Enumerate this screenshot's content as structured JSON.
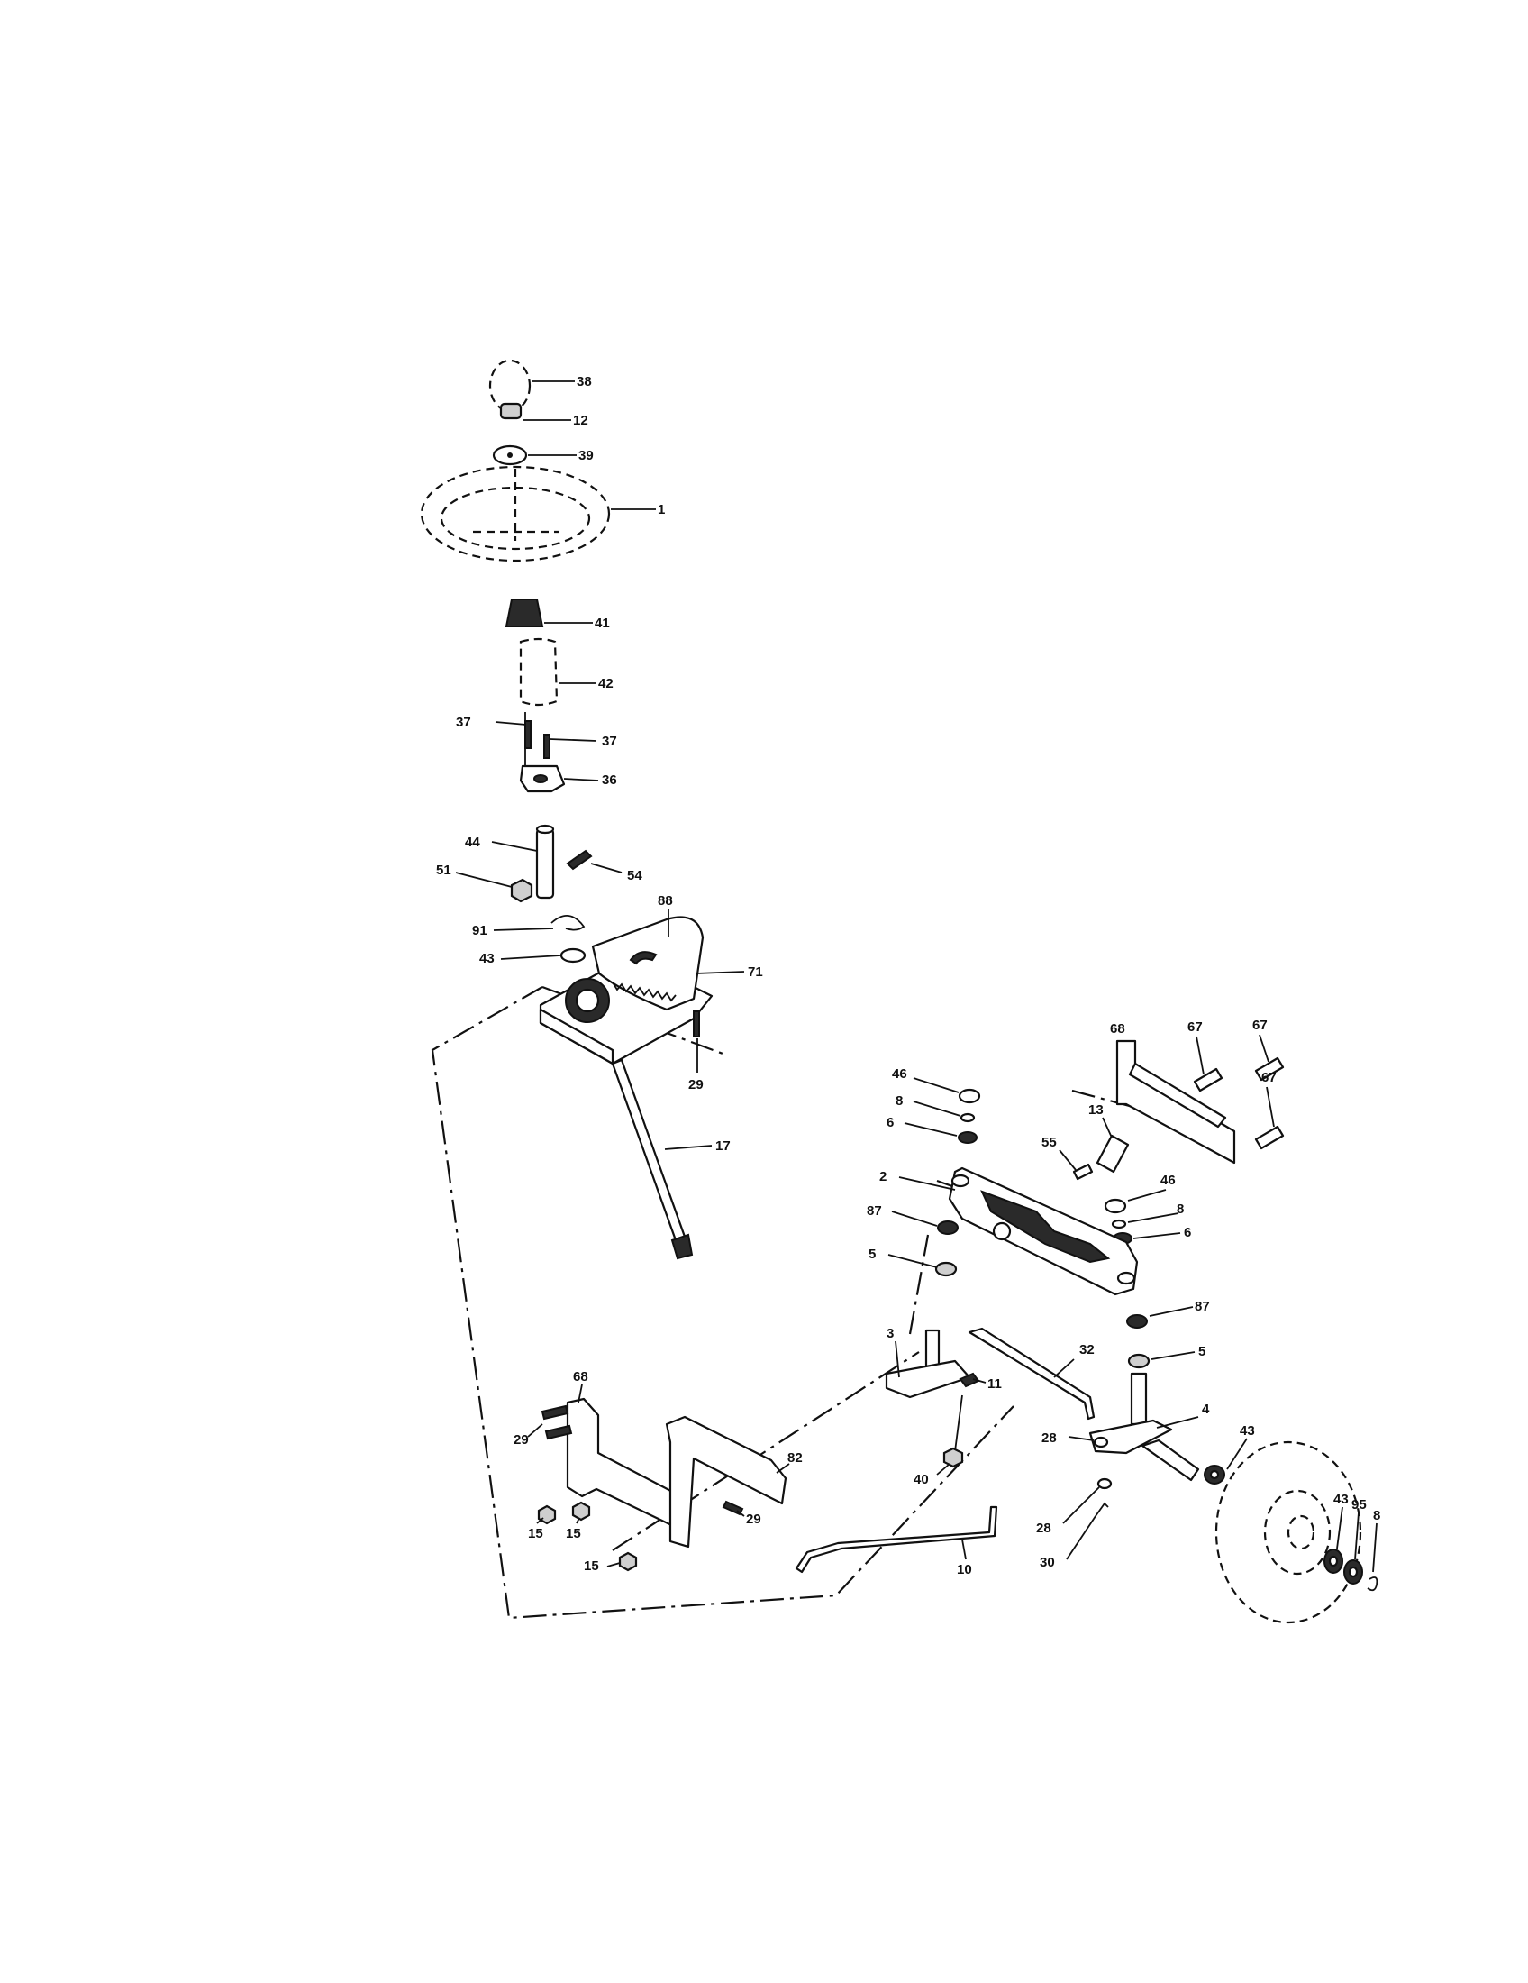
{
  "diagram": {
    "callouts": {
      "c38a": "38",
      "c12": "12",
      "c39": "39",
      "c1": "1",
      "c41": "41",
      "c42": "42",
      "c37a": "37",
      "c37b": "37",
      "c36": "36",
      "c44": "44",
      "c51": "51",
      "c54": "54",
      "c91": "91",
      "c88": "88",
      "c43a": "43",
      "c71": "71",
      "c29a": "29",
      "c17": "17",
      "c68a": "68",
      "c67a": "67",
      "c67b": "67",
      "c67c": "67",
      "c46a": "46",
      "c8a": "8",
      "c6a": "6",
      "c13": "13",
      "c55": "55",
      "c46b": "46",
      "c8b": "8",
      "c6b": "6",
      "c2": "2",
      "c87a": "87",
      "c5a": "5",
      "c87b": "87",
      "c5b": "5",
      "c3": "3",
      "c32": "32",
      "c11": "11",
      "c4": "4",
      "c28a": "28",
      "c28b": "28",
      "c40": "40",
      "c30": "30",
      "c43b": "43",
      "c43c": "43",
      "c95": "95",
      "c8c": "8",
      "c68b": "68",
      "c29b": "29",
      "c82": "82",
      "c15a": "15",
      "c15b": "15",
      "c15c": "15",
      "c29c": "29",
      "c10": "10"
    }
  }
}
